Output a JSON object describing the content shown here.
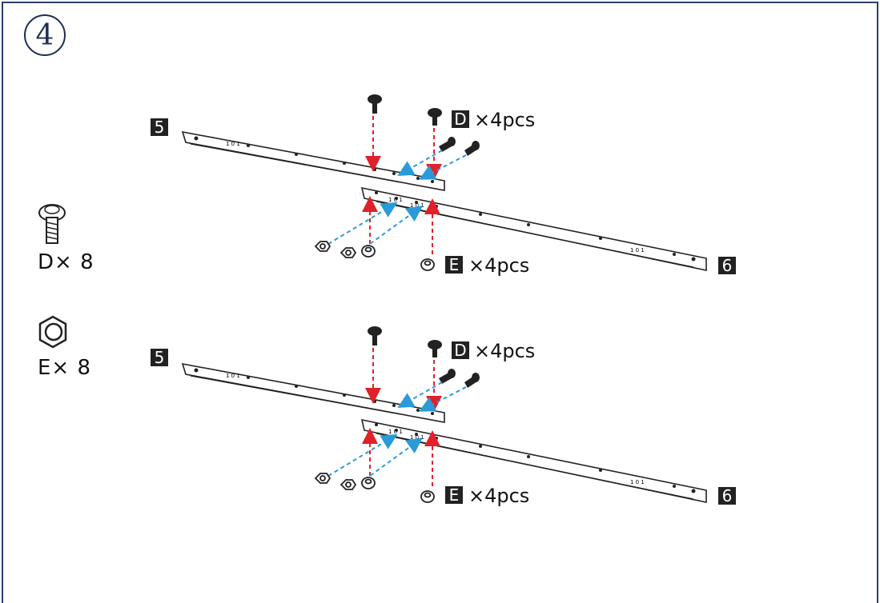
{
  "step": {
    "number": "4"
  },
  "legend": [
    {
      "label": "D× 8",
      "icon": "screw-icon"
    },
    {
      "label": "E× 8",
      "icon": "nut-icon"
    }
  ],
  "assemblies": [
    {
      "rail_top_label": "5",
      "rail_bottom_label": "6",
      "screw_letter": "D",
      "screw_qty": "×4pcs",
      "nut_letter": "E",
      "nut_qty": "×4pcs"
    },
    {
      "rail_top_label": "5",
      "rail_bottom_label": "6",
      "screw_letter": "D",
      "screw_qty": "×4pcs",
      "nut_letter": "E",
      "nut_qty": "×4pcs"
    }
  ],
  "colors": {
    "frame": "#2b3f68",
    "red_arrow": "#e0202a",
    "blue_arrow": "#2a9ad8"
  }
}
